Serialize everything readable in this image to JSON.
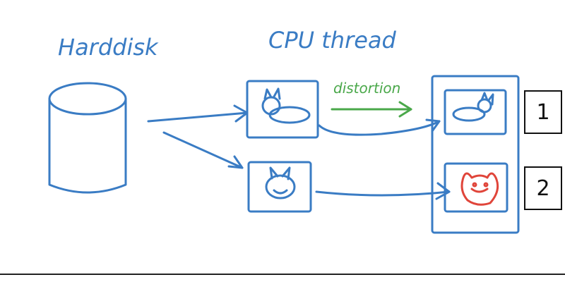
{
  "labels": {
    "harddisk": "Harddisk",
    "cpu_thread": "CPU thread",
    "distortion": "distortion"
  },
  "badges": [
    "1",
    "2"
  ],
  "colors": {
    "ink_blue": "#3a7cc4",
    "ink_green": "#4aa84a",
    "ink_red": "#e0453a",
    "badge_border": "#111111"
  },
  "icons": {
    "storage": "cylinder-icon",
    "image_animal": "cat-sketch-icon",
    "arrow": "arrow-right-icon"
  }
}
